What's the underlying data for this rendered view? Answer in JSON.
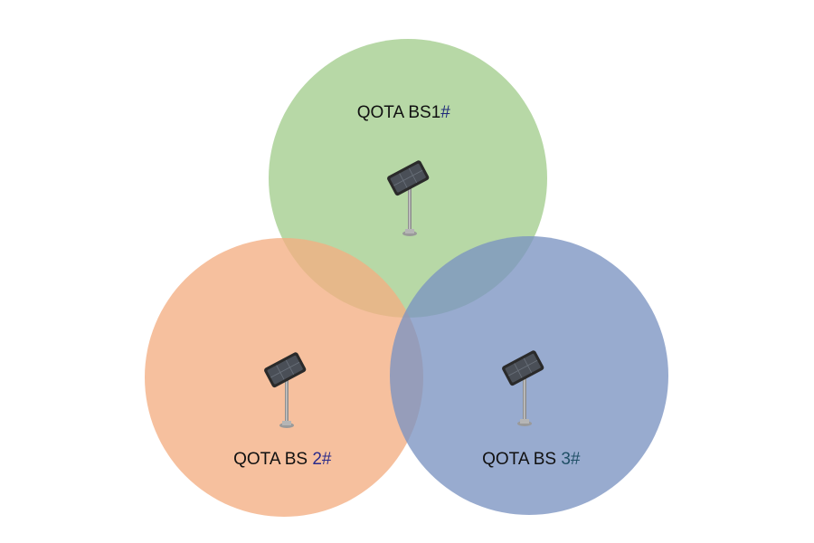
{
  "stations": [
    {
      "name_text": "QOTA BS1",
      "number_text": "#",
      "circle_color": "#a3cd8d",
      "number_color": "#1f2a7a",
      "icon": "solar-panel-pole-icon"
    },
    {
      "name_text": "QOTA BS ",
      "number_text": "2#",
      "circle_color": "#f3ae83",
      "number_color": "#2a2a8a",
      "icon": "solar-panel-pole-icon"
    },
    {
      "name_text": "QOTA BS ",
      "number_text": "3#",
      "circle_color": "#7b93c2",
      "number_color": "#1f4f66",
      "icon": "solar-panel-pole-icon"
    }
  ],
  "text_color": "#111111"
}
